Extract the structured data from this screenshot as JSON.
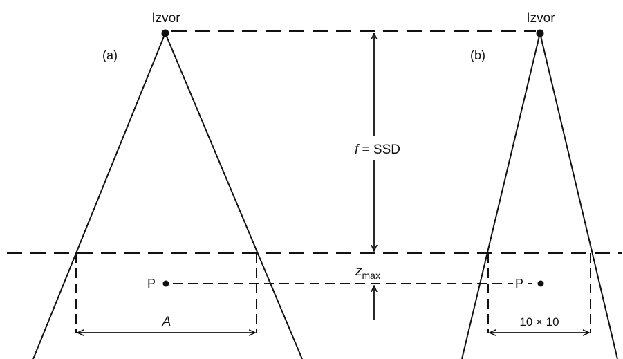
{
  "panel_a": {
    "label": "(a)",
    "source_label": "Izvor",
    "point_label": "P",
    "width_label": "A"
  },
  "panel_b": {
    "label": "(b)",
    "source_label": "Izvor",
    "point_label": "P",
    "width_label": "10 × 10"
  },
  "distance_label": {
    "symbol": "f",
    "rest": " = SSD"
  },
  "depth_label": {
    "base": "z",
    "subscript": "max"
  }
}
